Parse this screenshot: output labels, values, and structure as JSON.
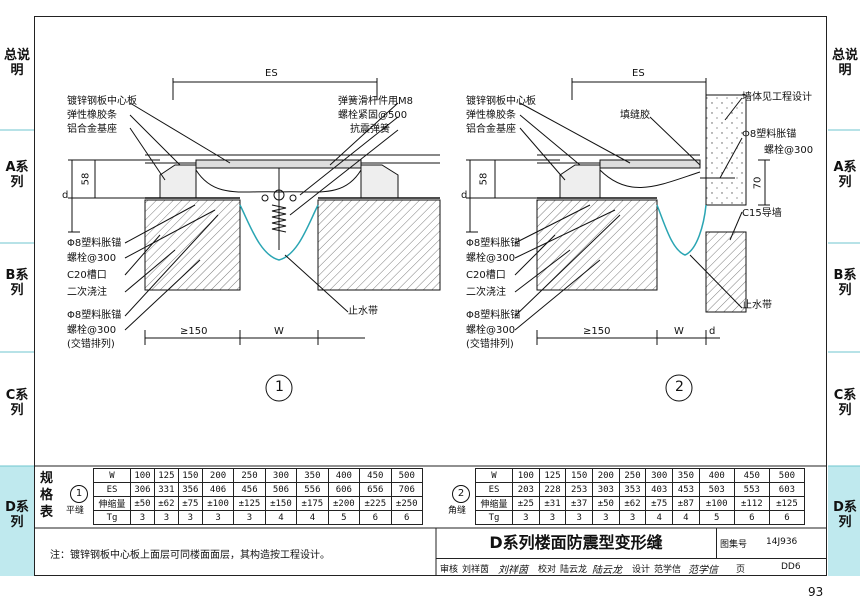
{
  "sidebar_left": [
    "总说明",
    "A系列",
    "B系列",
    "C系列",
    "D系列"
  ],
  "sidebar_right": [
    "总说明",
    "A系列",
    "B系列",
    "C系列",
    "D系列"
  ],
  "diagram1": {
    "dim_top": "ES",
    "dim_bottom_left": "≥150",
    "dim_bottom_mid": "W",
    "dim_d": "d",
    "dim_58": "58",
    "labels_left": [
      "镀锌钢板中心板",
      "弹性橡胶条",
      "铝合金基座",
      "Φ8塑料胀锚",
      "螺栓@300",
      "C20槽口",
      "二次浇注",
      "Φ8塑料胀锚",
      "螺栓@300",
      "(交错排列)"
    ],
    "labels_right": [
      "弹簧滑杆件用M8",
      "螺栓紧固@500",
      "抗震弹簧",
      "止水带"
    ],
    "number": "1"
  },
  "diagram2": {
    "dim_top": "ES",
    "dim_bottom_left": "≥150",
    "dim_bottom_mid": "W",
    "dim_d": "d",
    "dim_58": "58",
    "dim_70": "70",
    "labels_left": [
      "镀锌钢板中心板",
      "弹性橡胶条",
      "铝合金基座",
      "Φ8塑料胀锚",
      "螺栓@300",
      "C20槽口",
      "二次浇注",
      "Φ8塑料胀锚",
      "螺栓@300",
      "(交错排列)"
    ],
    "labels_right": [
      "墙体见工程设计",
      "填缝胶",
      "Φ8塑料胀锚",
      "螺栓@300",
      "C15导墙",
      "止水带"
    ],
    "number": "2"
  },
  "spec_table": {
    "title": "规格表",
    "left": {
      "num": "1",
      "type": "平缝",
      "rows": [
        {
          "name": "W",
          "values": [
            "100",
            "125",
            "150",
            "200",
            "250",
            "300",
            "350",
            "400",
            "450",
            "500"
          ]
        },
        {
          "name": "ES",
          "values": [
            "306",
            "331",
            "356",
            "406",
            "456",
            "506",
            "556",
            "606",
            "656",
            "706"
          ]
        },
        {
          "name": "伸缩量",
          "values": [
            "±50",
            "±62",
            "±75",
            "±100",
            "±125",
            "±150",
            "±175",
            "±200",
            "±225",
            "±250"
          ]
        },
        {
          "name": "Tg",
          "values": [
            "3",
            "3",
            "3",
            "3",
            "3",
            "4",
            "4",
            "5",
            "6",
            "6"
          ]
        }
      ]
    },
    "right": {
      "num": "2",
      "type": "角缝",
      "rows": [
        {
          "name": "W",
          "values": [
            "100",
            "125",
            "150",
            "200",
            "250",
            "300",
            "350",
            "400",
            "450",
            "500"
          ]
        },
        {
          "name": "ES",
          "values": [
            "203",
            "228",
            "253",
            "303",
            "353",
            "403",
            "453",
            "503",
            "553",
            "603"
          ]
        },
        {
          "name": "伸缩量",
          "values": [
            "±25",
            "±31",
            "±37",
            "±50",
            "±62",
            "±75",
            "±87",
            "±100",
            "±112",
            "±125"
          ]
        },
        {
          "name": "Tg",
          "values": [
            "3",
            "3",
            "3",
            "3",
            "3",
            "4",
            "4",
            "5",
            "6",
            "6"
          ]
        }
      ]
    }
  },
  "note": "注：镀锌钢板中心板上面层可同楼面面层，其构造按工程设计。",
  "title_block": {
    "title": "D系列楼面防震型变形缝",
    "atlas_label": "图集号",
    "atlas_no": "14J936",
    "page_label": "页",
    "page_no": "DD6",
    "review": "审核",
    "reviewer": "刘祥茵",
    "reviewer_sign": "刘祥茵",
    "check": "校对",
    "checker": "陆云龙",
    "checker_sign": "陆云龙",
    "design": "设计",
    "designer": "范学信",
    "designer_sign": "范学信"
  },
  "page_number": "93"
}
